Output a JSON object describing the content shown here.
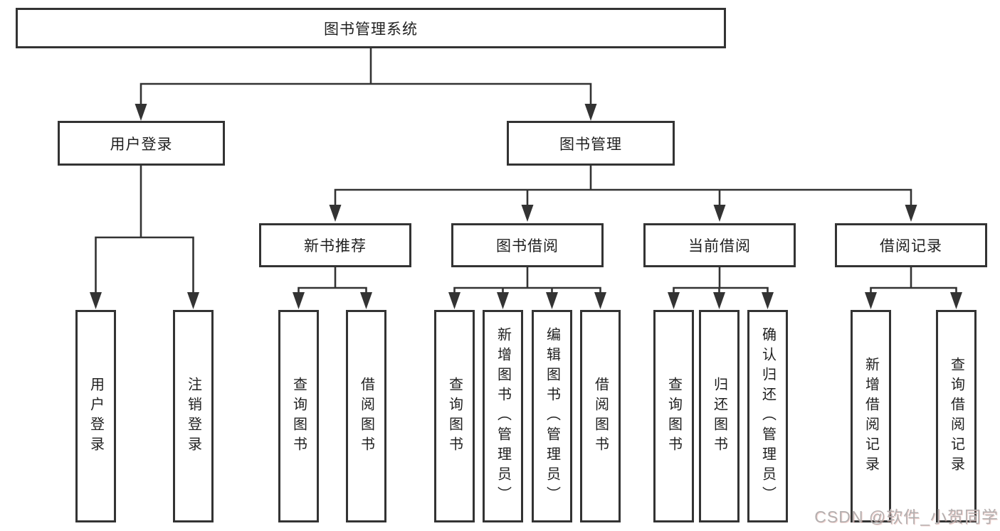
{
  "diagram": {
    "root": {
      "label": "图书管理系统"
    },
    "user_login": {
      "label": "用户登录",
      "leaves": [
        "用户登录",
        "注销登录"
      ]
    },
    "book_manage": {
      "label": "图书管理",
      "groups": [
        {
          "label": "新书推荐",
          "leaves": [
            "查询图书",
            "借阅图书"
          ]
        },
        {
          "label": "图书借阅",
          "leaves": [
            "查询图书",
            "新增图书（管理员）",
            "编辑图书（管理员）",
            "借阅图书"
          ]
        },
        {
          "label": "当前借阅",
          "leaves": [
            "查询图书",
            "归还图书",
            "确认归还（管理员）"
          ]
        },
        {
          "label": "借阅记录",
          "leaves": [
            "新增借阅记录",
            "查询借阅记录"
          ]
        }
      ]
    }
  },
  "watermark": {
    "text": "CSDN @软件_小贺同学"
  },
  "colors": {
    "line": "#333333",
    "box_border": "#333333",
    "box_background": "#ffffff",
    "text": "#1f1f1f",
    "page_background": "#ffffff",
    "watermark_gray": "#b3afaf",
    "watermark_pink": "#ebb4af"
  }
}
